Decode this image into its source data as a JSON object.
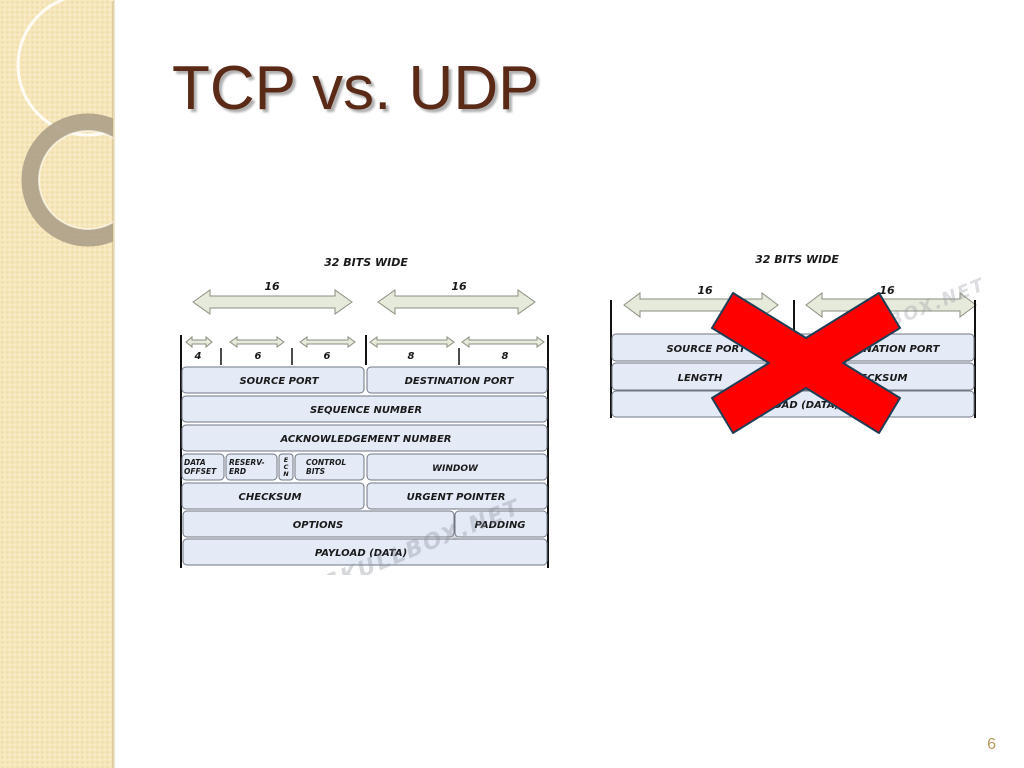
{
  "slide": {
    "title": "TCP vs. UDP",
    "page_number": "6"
  },
  "tcp": {
    "width_label": "32 BITS WIDE",
    "half_labels": [
      "16",
      "16"
    ],
    "sub_labels": [
      "4",
      "6",
      "6",
      "8",
      "8"
    ],
    "fields": {
      "source_port": "SOURCE PORT",
      "destination_port": "DESTINATION PORT",
      "sequence_number": "SEQUENCE NUMBER",
      "acknowledgement_number": "ACKNOWLEDGEMENT NUMBER",
      "data_offset_1": "DATA",
      "data_offset_2": "OFFSET",
      "reserved_1": "RESERV-",
      "reserved_2": "ERD",
      "ecn_1": "E",
      "ecn_2": "C",
      "ecn_3": "N",
      "control_bits_1": "CONTROL",
      "control_bits_2": "BITS",
      "window": "WINDOW",
      "checksum": "CHECKSUM",
      "urgent_pointer": "URGENT POINTER",
      "options": "OPTIONS",
      "padding": "PADDING",
      "payload": "PAYLOAD (DATA)"
    },
    "watermark": "SKULLBOX.NET"
  },
  "udp": {
    "width_label": "32 BITS WIDE",
    "half_labels": [
      "16",
      "16"
    ],
    "fields": {
      "source_port": "SOURCE PORT",
      "destination_port": "DESTINATION PORT",
      "length": "LENGTH",
      "checksum": "CHECKSUM",
      "payload": "PAYLOAD (DATA)"
    },
    "watermark": "SKULLBOX.NET"
  },
  "overlay": {
    "icon": "cross-out-icon",
    "color": "#ff0000"
  }
}
